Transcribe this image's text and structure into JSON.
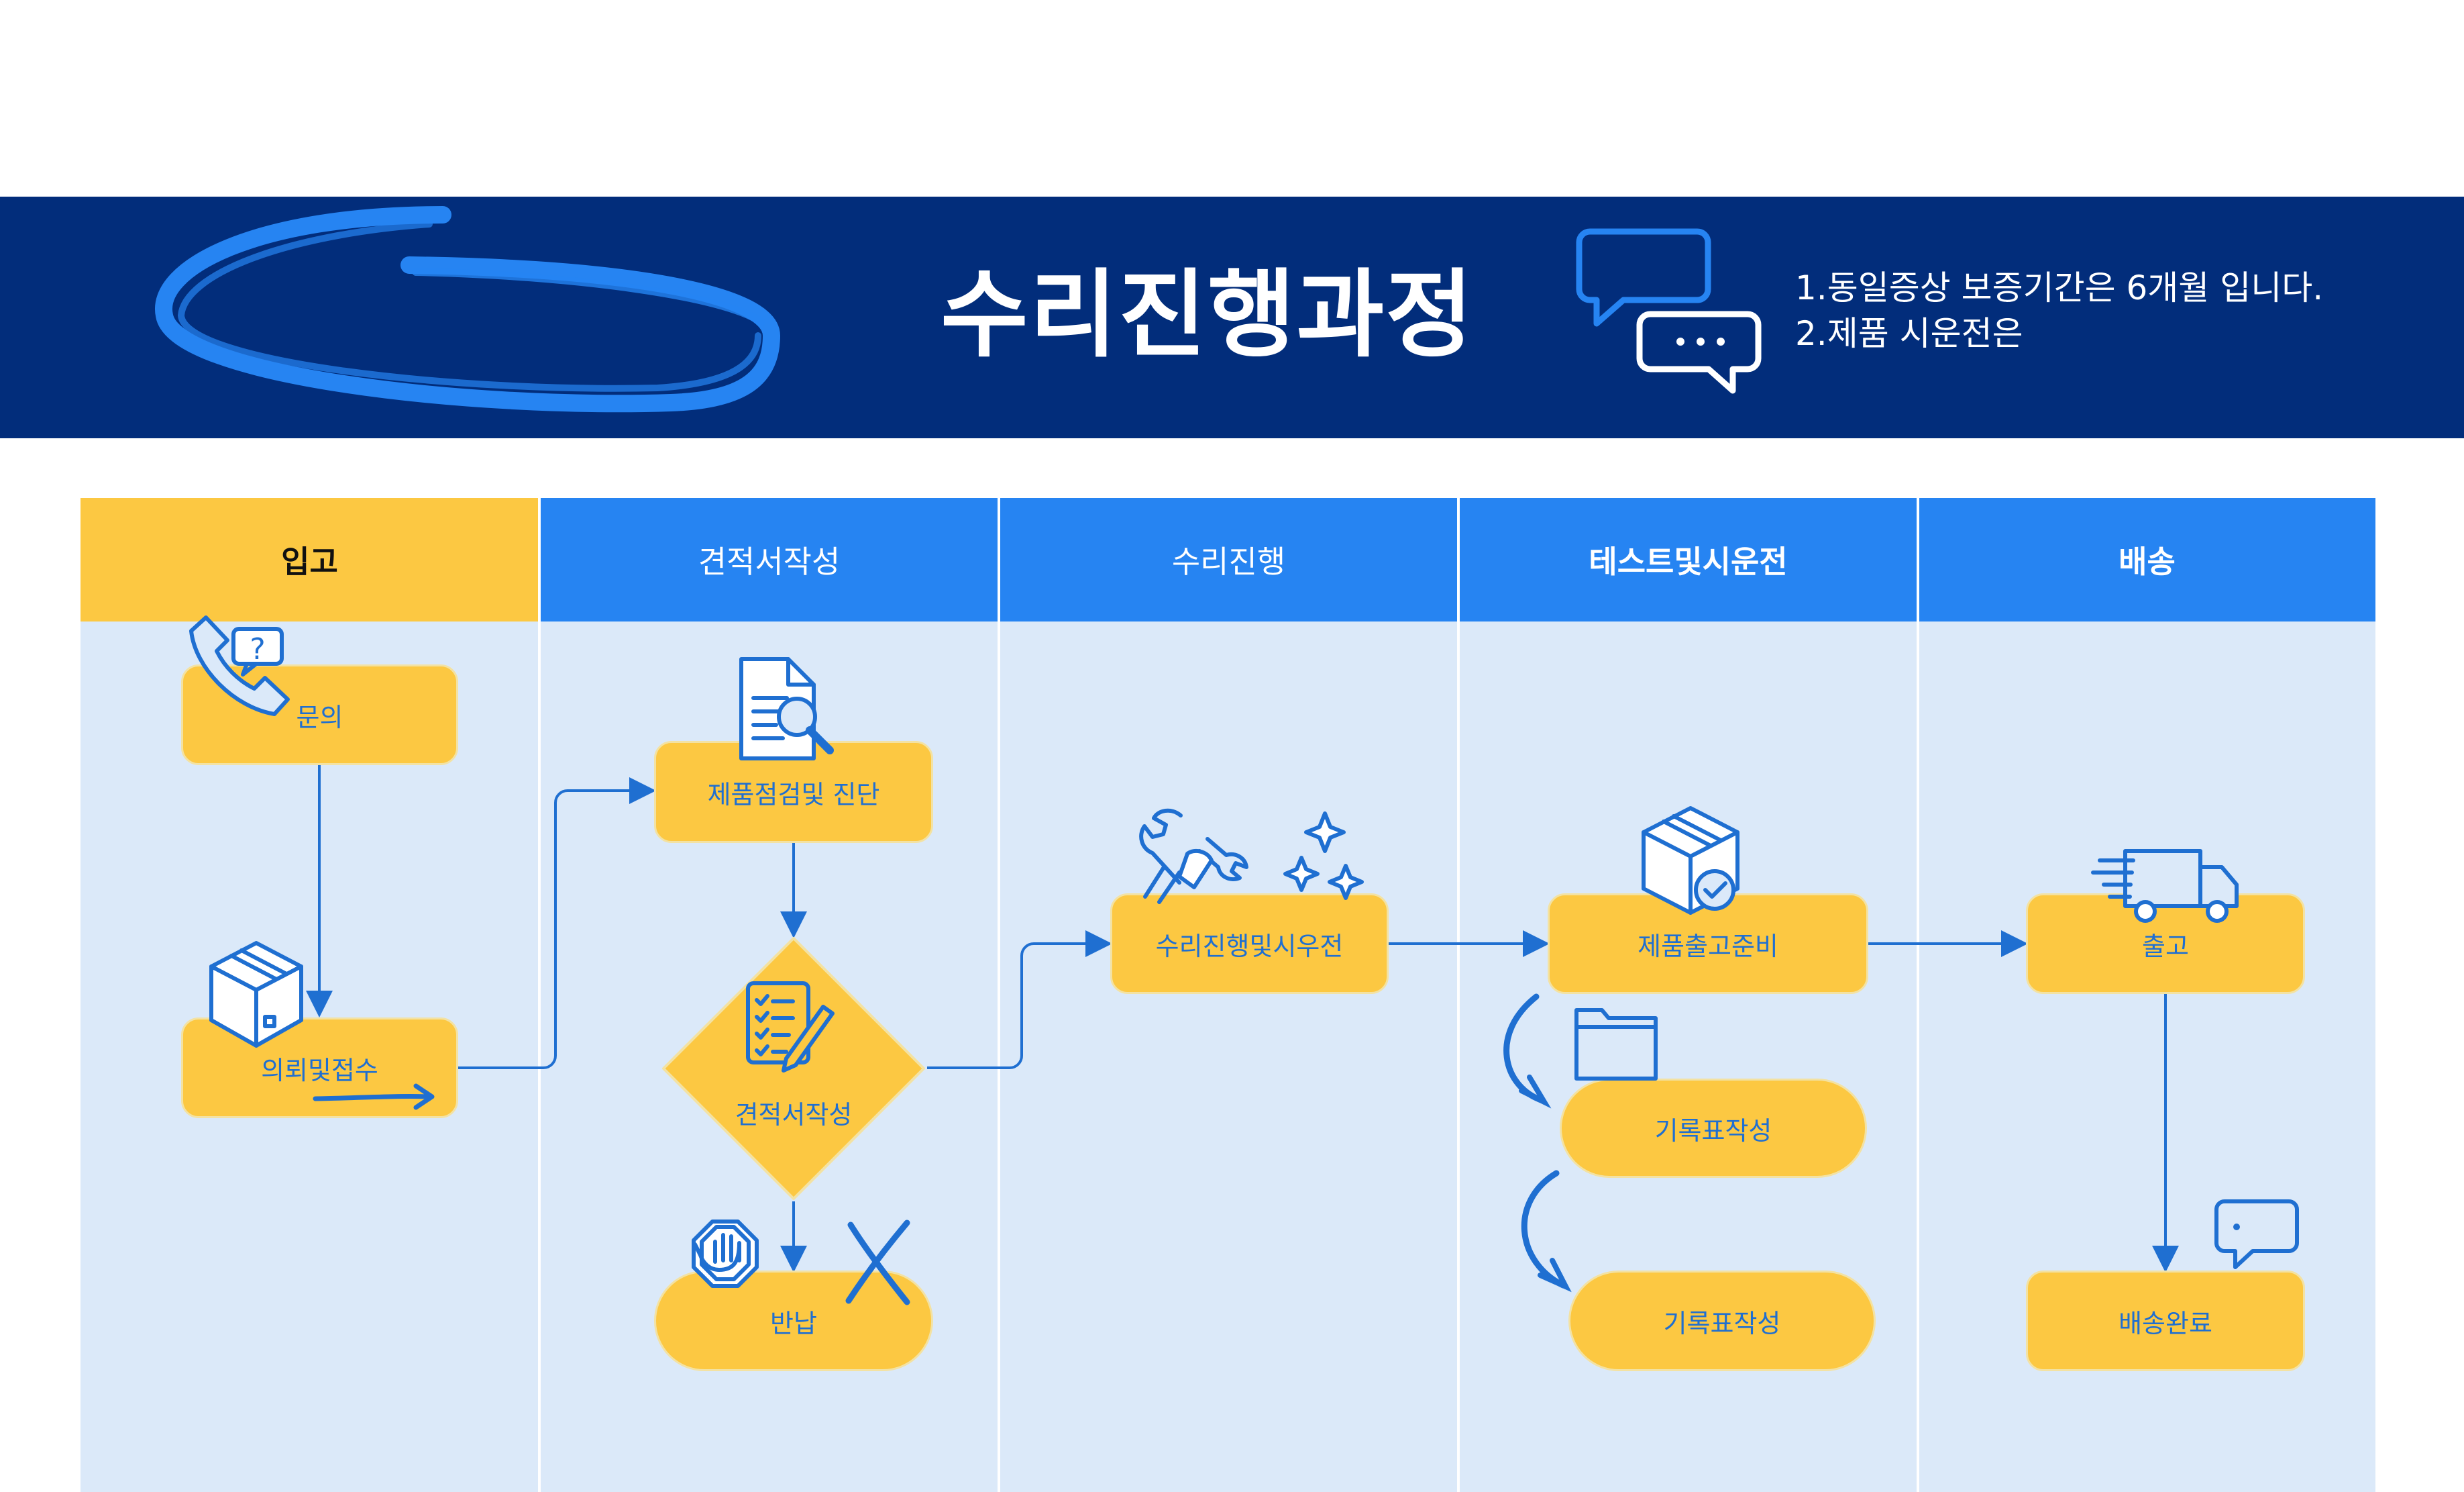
{
  "header": {
    "title": "수리진행과정",
    "notes": [
      "1.동일증상 보증기간은 6개월 입니다.",
      "2.제품 시운전은"
    ]
  },
  "lanes": [
    {
      "label": "입고"
    },
    {
      "label": "견적서작성"
    },
    {
      "label": "수리진행"
    },
    {
      "label": "테스트및시운전"
    },
    {
      "label": "배송"
    }
  ],
  "nodes": {
    "inquiry": "문의",
    "request_receipt": "의뢰및접수",
    "inspection": "제품점검및 진단",
    "estimate": "견적서작성",
    "return": "반납",
    "repair": "수리진행및시우전",
    "release_prep": "제품출고준비",
    "record1": "기록표작성",
    "record2": "기록표작성",
    "ship": "출고",
    "delivered": "배송완료"
  },
  "colors": {
    "navy": "#022d7b",
    "blue": "#2684f2",
    "yellow": "#fcc842",
    "lane_bg": "#dbe9f9",
    "line": "#1f6fd1"
  }
}
